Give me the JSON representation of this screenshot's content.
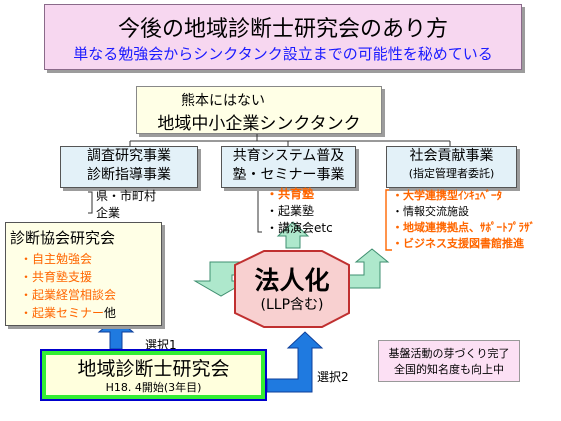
{
  "title": {
    "main": "今後の地域診断士研究会のあり方",
    "sub": "単なる勉強会からシンクタンク設立までの可能性を秘めている"
  },
  "think_tank": {
    "line1": "熊本にはない",
    "line2": "地域中小企業シンクタンク"
  },
  "businesses": [
    {
      "line1": "調査研究事業",
      "line2": "診断指導事業"
    },
    {
      "line1": "共育システム普及",
      "line2": "塾・セミナー事業"
    },
    {
      "line1": "社会貢献事業",
      "line2": "(指定管理者委託)"
    }
  ],
  "targets_1": [
    "県・市町村",
    "企業"
  ],
  "targets_2": [
    "・共育塾",
    "・起業塾",
    "・講演会etc"
  ],
  "targets_3": [
    "・大学連携型ｲﾝｷｭﾍﾞｰﾀ",
    "・情報交流施設",
    "・地域連携拠点、ｻﾎﾟｰﾄﾌﾟﾗｻﾞ",
    "・ビジネス支援図書館推進"
  ],
  "association": {
    "title": "診断協会研究会",
    "items": [
      "・自主勉強会",
      "・共育塾支援",
      "・起業経営相談会",
      "・起業セミナー",
      "他"
    ]
  },
  "incorporation": {
    "line1": "法人化",
    "line2": "(LLP含む)"
  },
  "main_group": {
    "line1": "地域診断士研究会",
    "line2": "H18. 4開始(3年目)"
  },
  "choice_1": "選択1",
  "choice_2": "選択2",
  "note": {
    "line1": "基盤活動の芽づくり完了",
    "line2": "全国的知名度も向上中"
  },
  "colors": {
    "title_bg": "#f7d7f0",
    "octagon_fill": "#f8d0d0",
    "arrow_blue": "#1f7ae0",
    "arrow_green": "#aee8cc",
    "highlight": "#ff6600"
  }
}
